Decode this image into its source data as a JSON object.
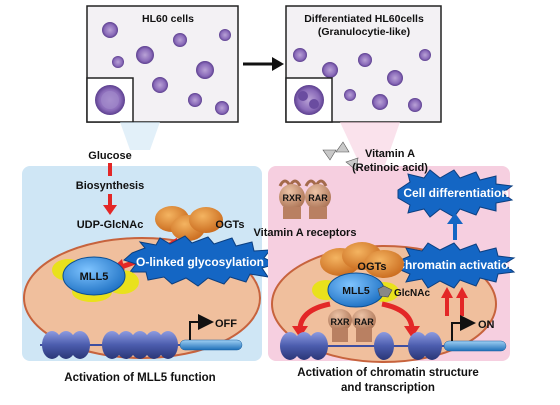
{
  "micrographs": {
    "left_title": "HL60 cells",
    "right_title_line1": "Differentiated HL60cells",
    "right_title_line2": "(Granulocytie-like)"
  },
  "left_panel": {
    "glucose": "Glucose",
    "biosynthesis": "Biosynthesis",
    "udp_glcnac": "UDP-GlcNAc",
    "ogts": "OGTs",
    "o_linked": "O-linked glycosylation",
    "mll5": "MLL5",
    "off": "OFF",
    "caption": "Activation of MLL5 function"
  },
  "right_panel": {
    "vitamin_a_line1": "Vitamin A",
    "vitamin_a_line2": "(Retinoic acid)",
    "rxr": "RXR",
    "rar": "RAR",
    "receptors": "Vitamin A receptors",
    "cell_differentiation": "Cell differentiation",
    "chromatin_activation": "Chromatin activation",
    "ogts": "OGTs",
    "mll5": "MLL5",
    "glcnac": "GlcNAc",
    "rxr_bound": "RXR",
    "rar_bound": "RAR",
    "on": "ON",
    "caption_line1": "Activation of chromatin structure",
    "caption_line2": "and transcription"
  },
  "colors": {
    "left_bg": "#cfe6f5",
    "right_bg": "#f6cfe0",
    "nucleus": "#f0bf9d",
    "nucleus_stroke": "#c7633d",
    "mll5": "#2f86d6",
    "ogt": "#e0862a",
    "yellow": "#e9e11c",
    "arrow_red": "#e32727",
    "badge_blue": "#1466c4",
    "nucleosome": "#5566b0",
    "receptor": "#c79272"
  }
}
